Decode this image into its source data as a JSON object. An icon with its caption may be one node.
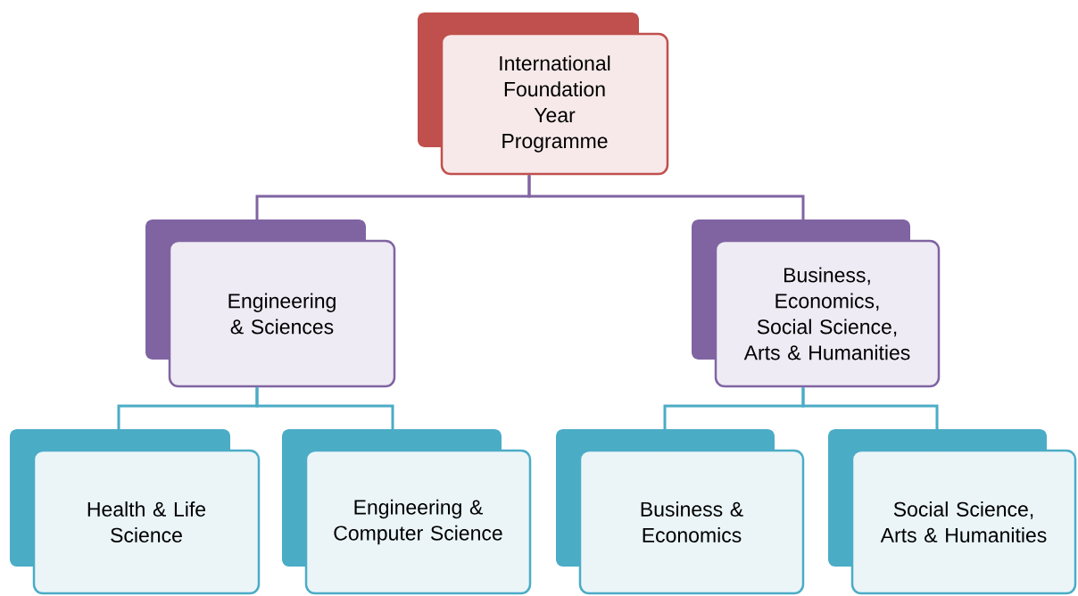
{
  "diagram": {
    "nodes": [
      {
        "text": [
          "International Foundation Year Programme"
        ]
      },
      {
        "text": [
          "Engineering & Sciences"
        ]
      },
      {
        "text": [
          "Business, Economics, Social Science, Arts & Humanities"
        ]
      },
      {
        "text": [
          "Health & Life Science"
        ]
      },
      {
        "text": [
          "Engineering & Computer Science"
        ]
      },
      {
        "text": [
          "Business & Economics"
        ]
      },
      {
        "text": [
          "Social Science, Arts & Humanities"
        ]
      }
    ],
    "edges": [
      {
        "from": 0,
        "to": 1,
        "arrow": "none",
        "color": "#8064a2"
      },
      {
        "from": 0,
        "to": 2,
        "arrow": "none",
        "color": "#8064a2"
      },
      {
        "from": 1,
        "to": 3,
        "arrow": "none"
      },
      {
        "from": 1,
        "to": 4,
        "arrow": "none"
      },
      {
        "from": 2,
        "to": 5,
        "arrow": "none"
      },
      {
        "from": 2,
        "to": 6,
        "arrow": "none"
      }
    ]
  }
}
